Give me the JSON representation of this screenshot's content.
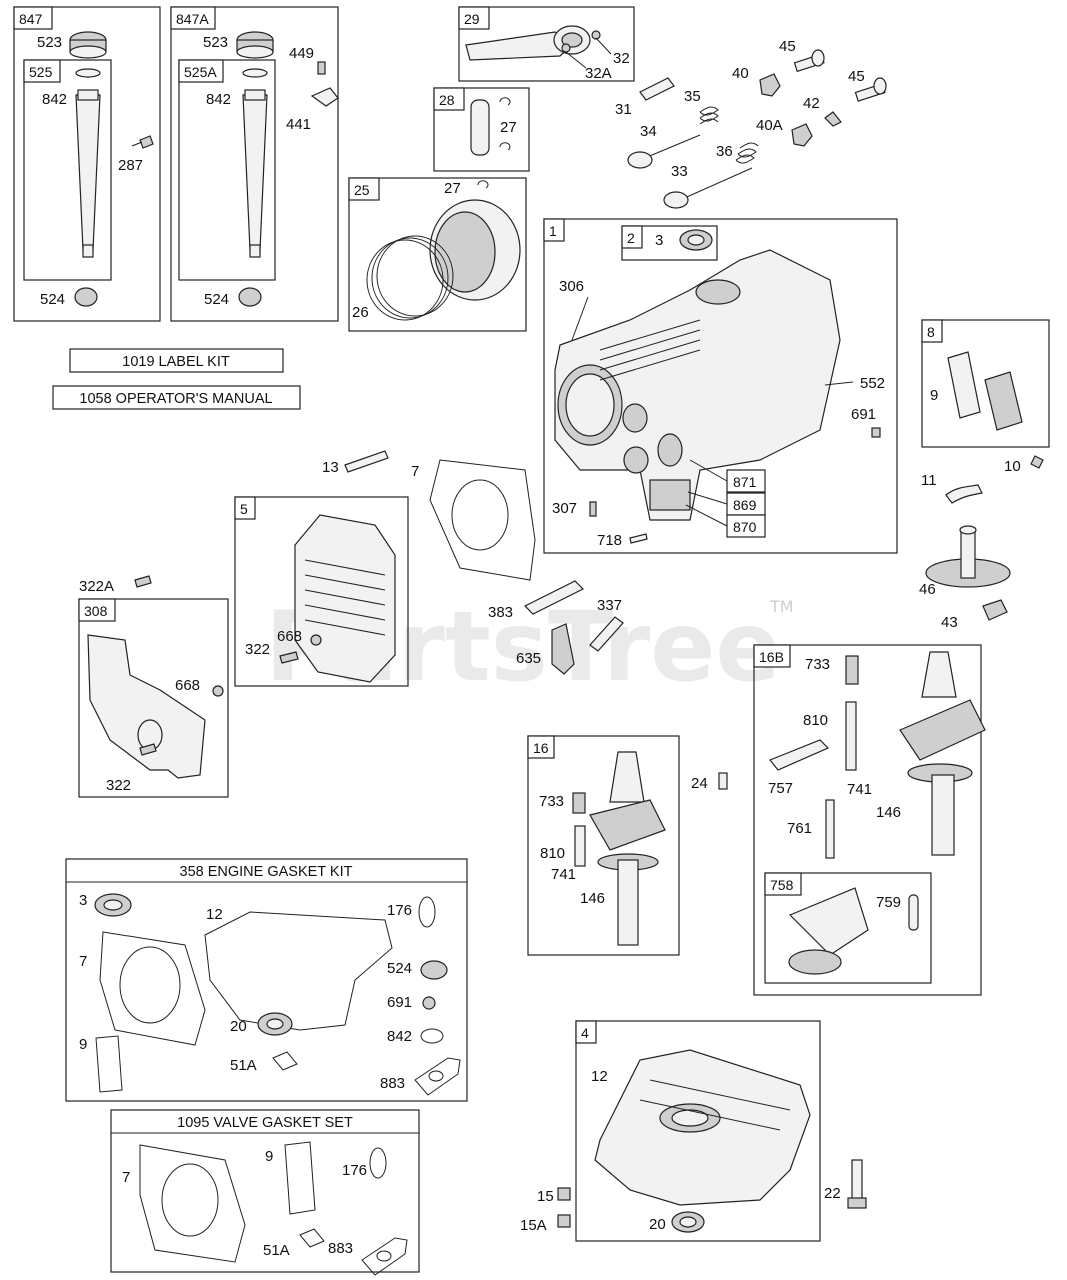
{
  "watermark": {
    "text": "PartsTree",
    "tm": "TM"
  },
  "box_tags": {
    "b847": "847",
    "b525": "525",
    "b847A": "847A",
    "b525A": "525A",
    "b29": "29",
    "b28": "28",
    "b25": "25",
    "b1": "1",
    "b2": "2",
    "b8": "8",
    "b5": "5",
    "b308": "308",
    "b16": "16",
    "b16B": "16B",
    "b758": "758",
    "b4": "4",
    "t871": "871",
    "t869": "869",
    "t870": "870"
  },
  "kits": {
    "label_kit": "1019 LABEL KIT",
    "manual": "1058 OPERATOR'S MANUAL",
    "gasket_kit": "358 ENGINE GASKET KIT",
    "valve_gasket": "1095 VALVE GASKET SET"
  },
  "labels": {
    "l523a": "523",
    "l842a": "842",
    "l287": "287",
    "l524a": "524",
    "l523b": "523",
    "l842b": "842",
    "l449": "449",
    "l441": "441",
    "l524b": "524",
    "l32": "32",
    "l32A": "32A",
    "l27a": "27",
    "l27b": "27",
    "l26": "26",
    "l45a": "45",
    "l45b": "45",
    "l40": "40",
    "l40A": "40A",
    "l42": "42",
    "l31": "31",
    "l35": "35",
    "l34": "34",
    "l36": "36",
    "l33": "33",
    "l3a": "3",
    "l306": "306",
    "l552": "552",
    "l691a": "691",
    "l307": "307",
    "l718": "718",
    "l9a": "9",
    "l10": "10",
    "l11": "11",
    "l46": "46",
    "l43": "43",
    "l13": "13",
    "l7a": "7",
    "l322A": "322A",
    "l668a": "668",
    "l322a": "322",
    "l668b": "668",
    "l322b": "322",
    "l383": "383",
    "l337": "337",
    "l635": "635",
    "l733a": "733",
    "l810a": "810",
    "l741a": "741",
    "l146a": "146",
    "l24": "24",
    "l733b": "733",
    "l810b": "810",
    "l757": "757",
    "l741b": "741",
    "l146b": "146",
    "l761": "761",
    "l759": "759",
    "l3b": "3",
    "l12a": "12",
    "l176a": "176",
    "l7b": "7",
    "l524c": "524",
    "l691b": "691",
    "l20a": "20",
    "l842c": "842",
    "l9b": "9",
    "l51Aa": "51A",
    "l883a": "883",
    "l7c": "7",
    "l9c": "9",
    "l176b": "176",
    "l51Ab": "51A",
    "l883b": "883",
    "l12b": "12",
    "l15": "15",
    "l15A": "15A",
    "l20b": "20",
    "l22": "22"
  }
}
